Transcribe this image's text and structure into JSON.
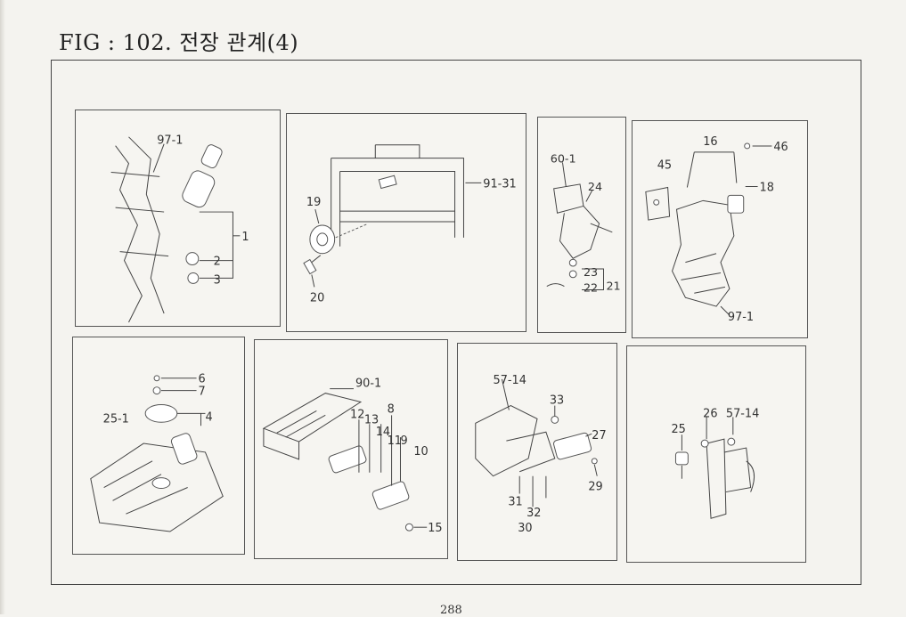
{
  "page": {
    "title": "FIG : 102. 전장 관계(4)",
    "page_number": "288"
  },
  "panels": {
    "p1": {
      "labels": [
        "97-1",
        "1",
        "2",
        "3"
      ]
    },
    "p2": {
      "labels": [
        "91-31",
        "19",
        "20"
      ]
    },
    "p3": {
      "labels": [
        "60-1",
        "24",
        "23",
        "22",
        "21"
      ]
    },
    "p4": {
      "labels": [
        "16",
        "46",
        "45",
        "18",
        "97-1"
      ]
    },
    "p5": {
      "labels": [
        "6",
        "7",
        "4",
        "25-1"
      ]
    },
    "p6": {
      "labels": [
        "90-1",
        "8",
        "12",
        "13",
        "14",
        "11",
        "9",
        "10",
        "15"
      ]
    },
    "p7": {
      "labels": [
        "57-14",
        "33",
        "27",
        "29",
        "31",
        "32",
        "30"
      ]
    },
    "p8": {
      "labels": [
        "26",
        "57-14",
        "25"
      ]
    }
  }
}
